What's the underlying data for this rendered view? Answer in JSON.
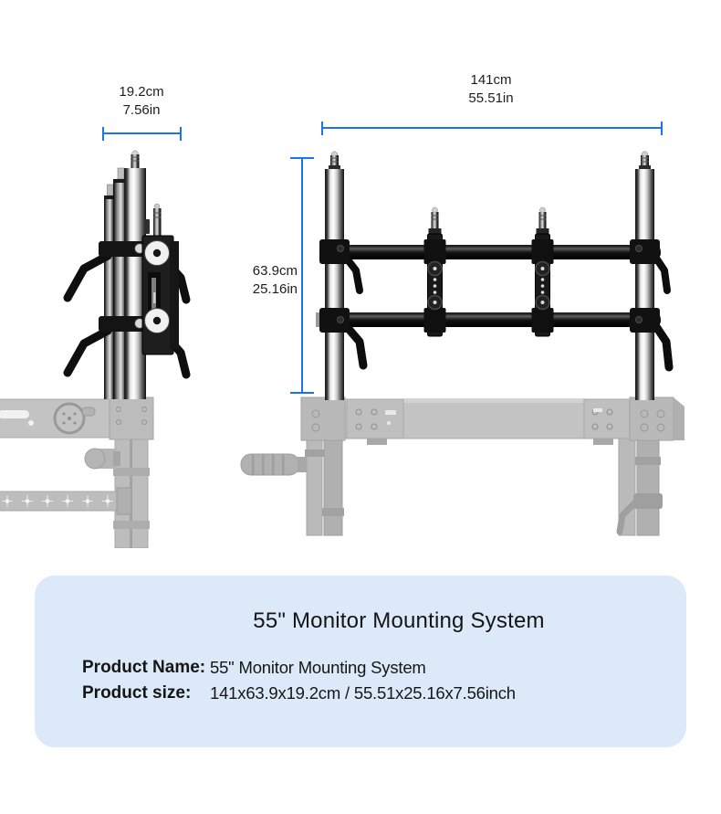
{
  "dimensions": {
    "accent_color": "#1b74e8",
    "depth": {
      "metric": "19.2cm",
      "imperial": "7.56in"
    },
    "width": {
      "metric": "141cm",
      "imperial": "55.51in"
    },
    "height": {
      "metric": "63.9cm",
      "imperial": "25.16in"
    }
  },
  "info_card": {
    "background": "#dce9f8",
    "title": "55\" Monitor Mounting System",
    "rows": [
      {
        "label": "Product Name:",
        "value": "55\" Monitor Mounting System"
      },
      {
        "label": "Product size:",
        "value": "141x63.9x19.2cm / 55.51x25.16x7.56inch"
      }
    ]
  }
}
